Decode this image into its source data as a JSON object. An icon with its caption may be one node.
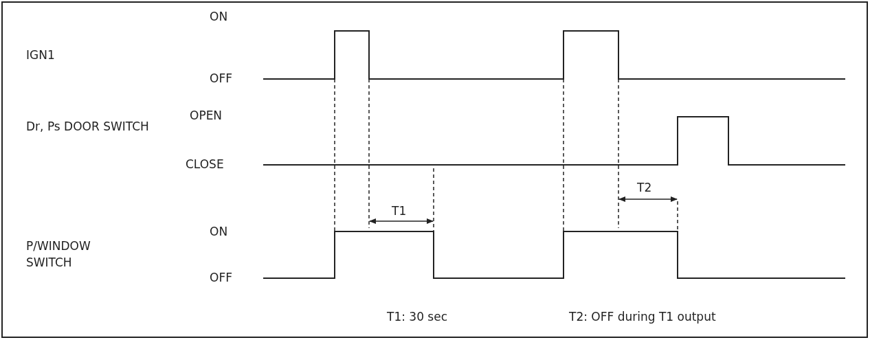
{
  "diagram": {
    "labels": [
      "ON",
      "IGN1",
      "OFF",
      "OPEN",
      "Dr, Ps DOOR SWITCH",
      "CLOSE",
      "T2",
      "T1",
      "ON",
      "P/WINDOW SWITCH",
      "OFF",
      "T1: 30 sec",
      "T2: OFF during T1 output"
    ]
  }
}
